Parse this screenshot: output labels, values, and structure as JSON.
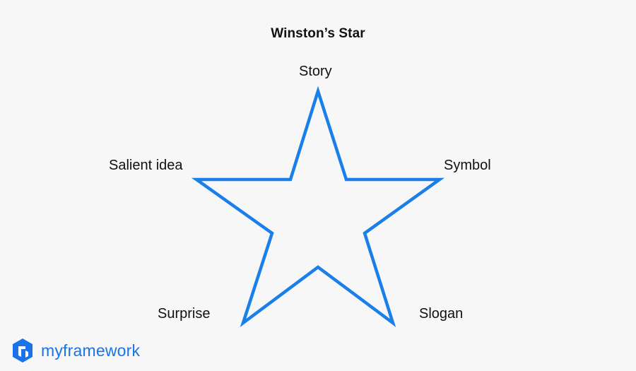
{
  "title": "Winston’s Star",
  "points": {
    "top": "Story",
    "upper_left": "Salient idea",
    "upper_right": "Symbol",
    "lower_left": "Surprise",
    "lower_right": "Slogan"
  },
  "logo": {
    "text": "myframework",
    "color": "#1a73e8"
  },
  "colors": {
    "star_stroke": "#1a7fe8",
    "background": "#f7f7f8"
  }
}
